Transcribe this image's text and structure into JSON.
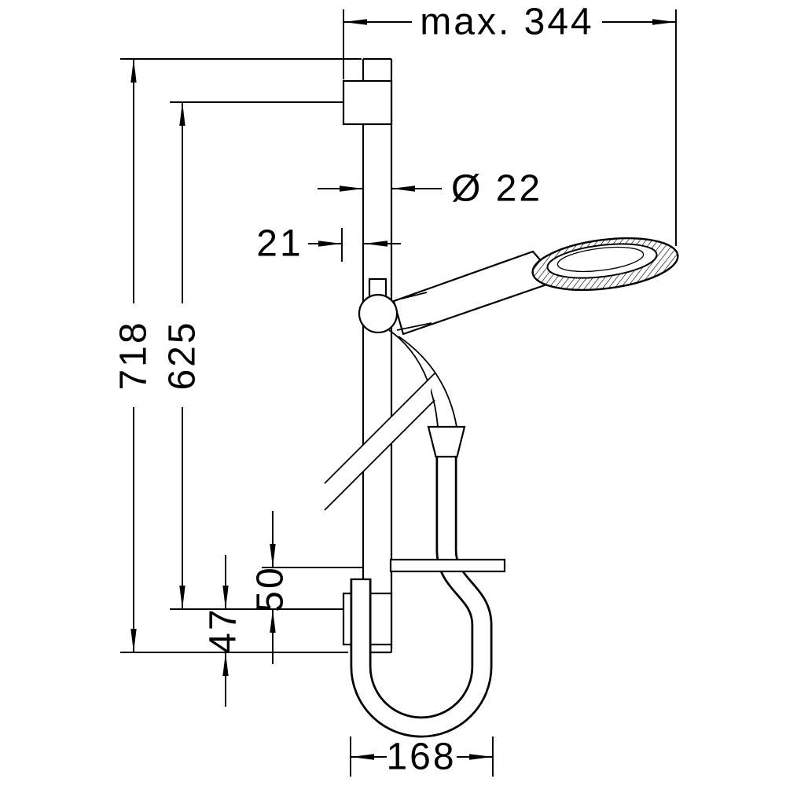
{
  "drawing": {
    "background": "#ffffff",
    "ink": "#000000",
    "dimensions": {
      "max_reach": "max. 344",
      "bar_diameter": "Ø 22",
      "bar_offset": "21",
      "overall_height": "718",
      "bar_length": "625",
      "bracket_to_end": "47",
      "holder_to_bracket": "50",
      "hose_loop_width": "168"
    }
  }
}
